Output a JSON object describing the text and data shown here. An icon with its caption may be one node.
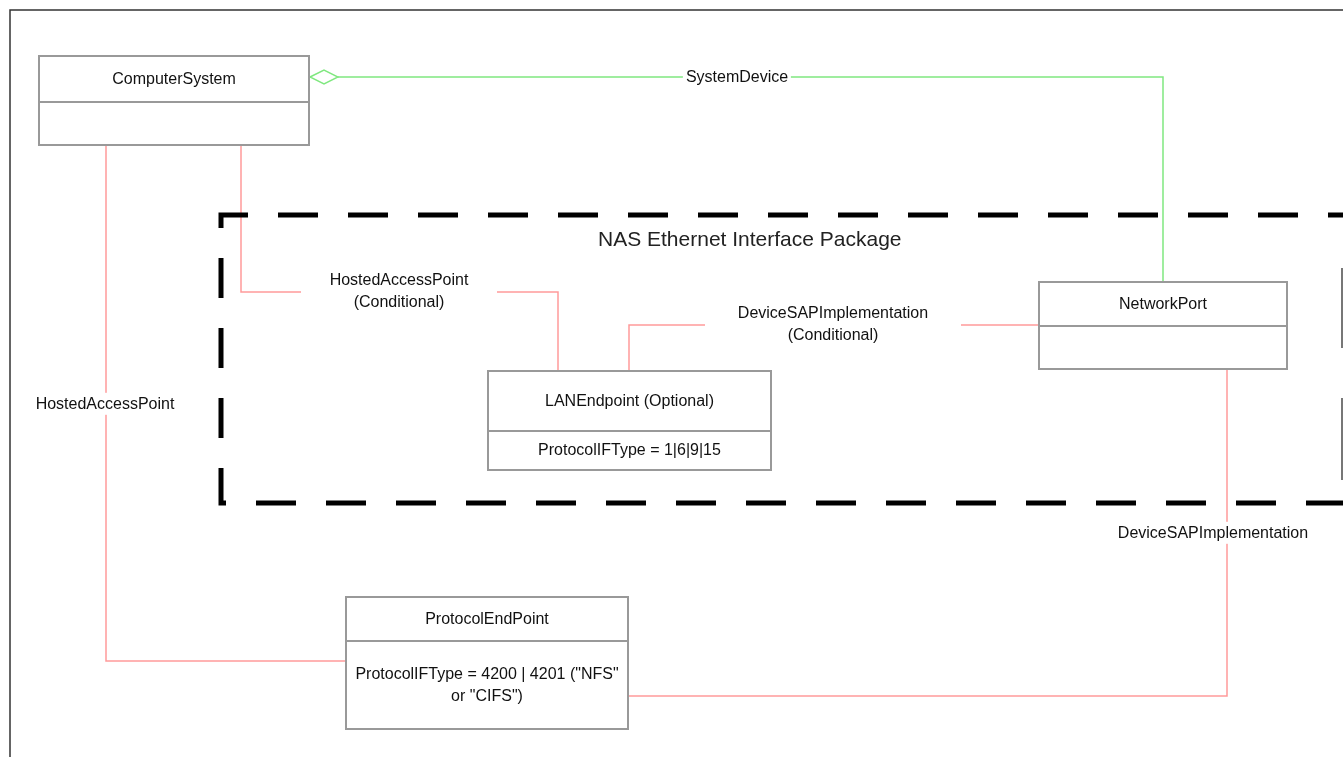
{
  "diagram": {
    "nodes": [
      {
        "text": [
          "ComputerSystem"
        ]
      },
      {
        "text": [
          "NAS Ethernet Interface Package"
        ]
      },
      {
        "text": [
          "LANEndpoint (Optional)",
          "ProtocolIFType = 1|6|9|15"
        ],
        "in": 1
      },
      {
        "text": [
          "NetworkPort"
        ],
        "in": 1
      },
      {
        "text": [
          "ProtocolEndPoint",
          "ProtocolIFType = 4200 | 4201 (\"NFS\" or \"CIFS\")"
        ]
      }
    ],
    "edges": [
      {
        "from": 0,
        "to": 3,
        "arrow": "other",
        "label": "SystemDevice",
        "color": "#80e880"
      },
      {
        "from": 0,
        "to": 2,
        "arrow": "none",
        "label": "HostedAccessPoint (Conditional)"
      },
      {
        "from": 0,
        "to": 4,
        "arrow": "none",
        "label": "HostedAccessPoint"
      },
      {
        "from": 2,
        "to": 3,
        "arrow": "none",
        "label": "DeviceSAPImplementation (Conditional)"
      },
      {
        "from": 3,
        "to": 4,
        "arrow": "none",
        "label": "DeviceSAPImplementation"
      }
    ]
  }
}
